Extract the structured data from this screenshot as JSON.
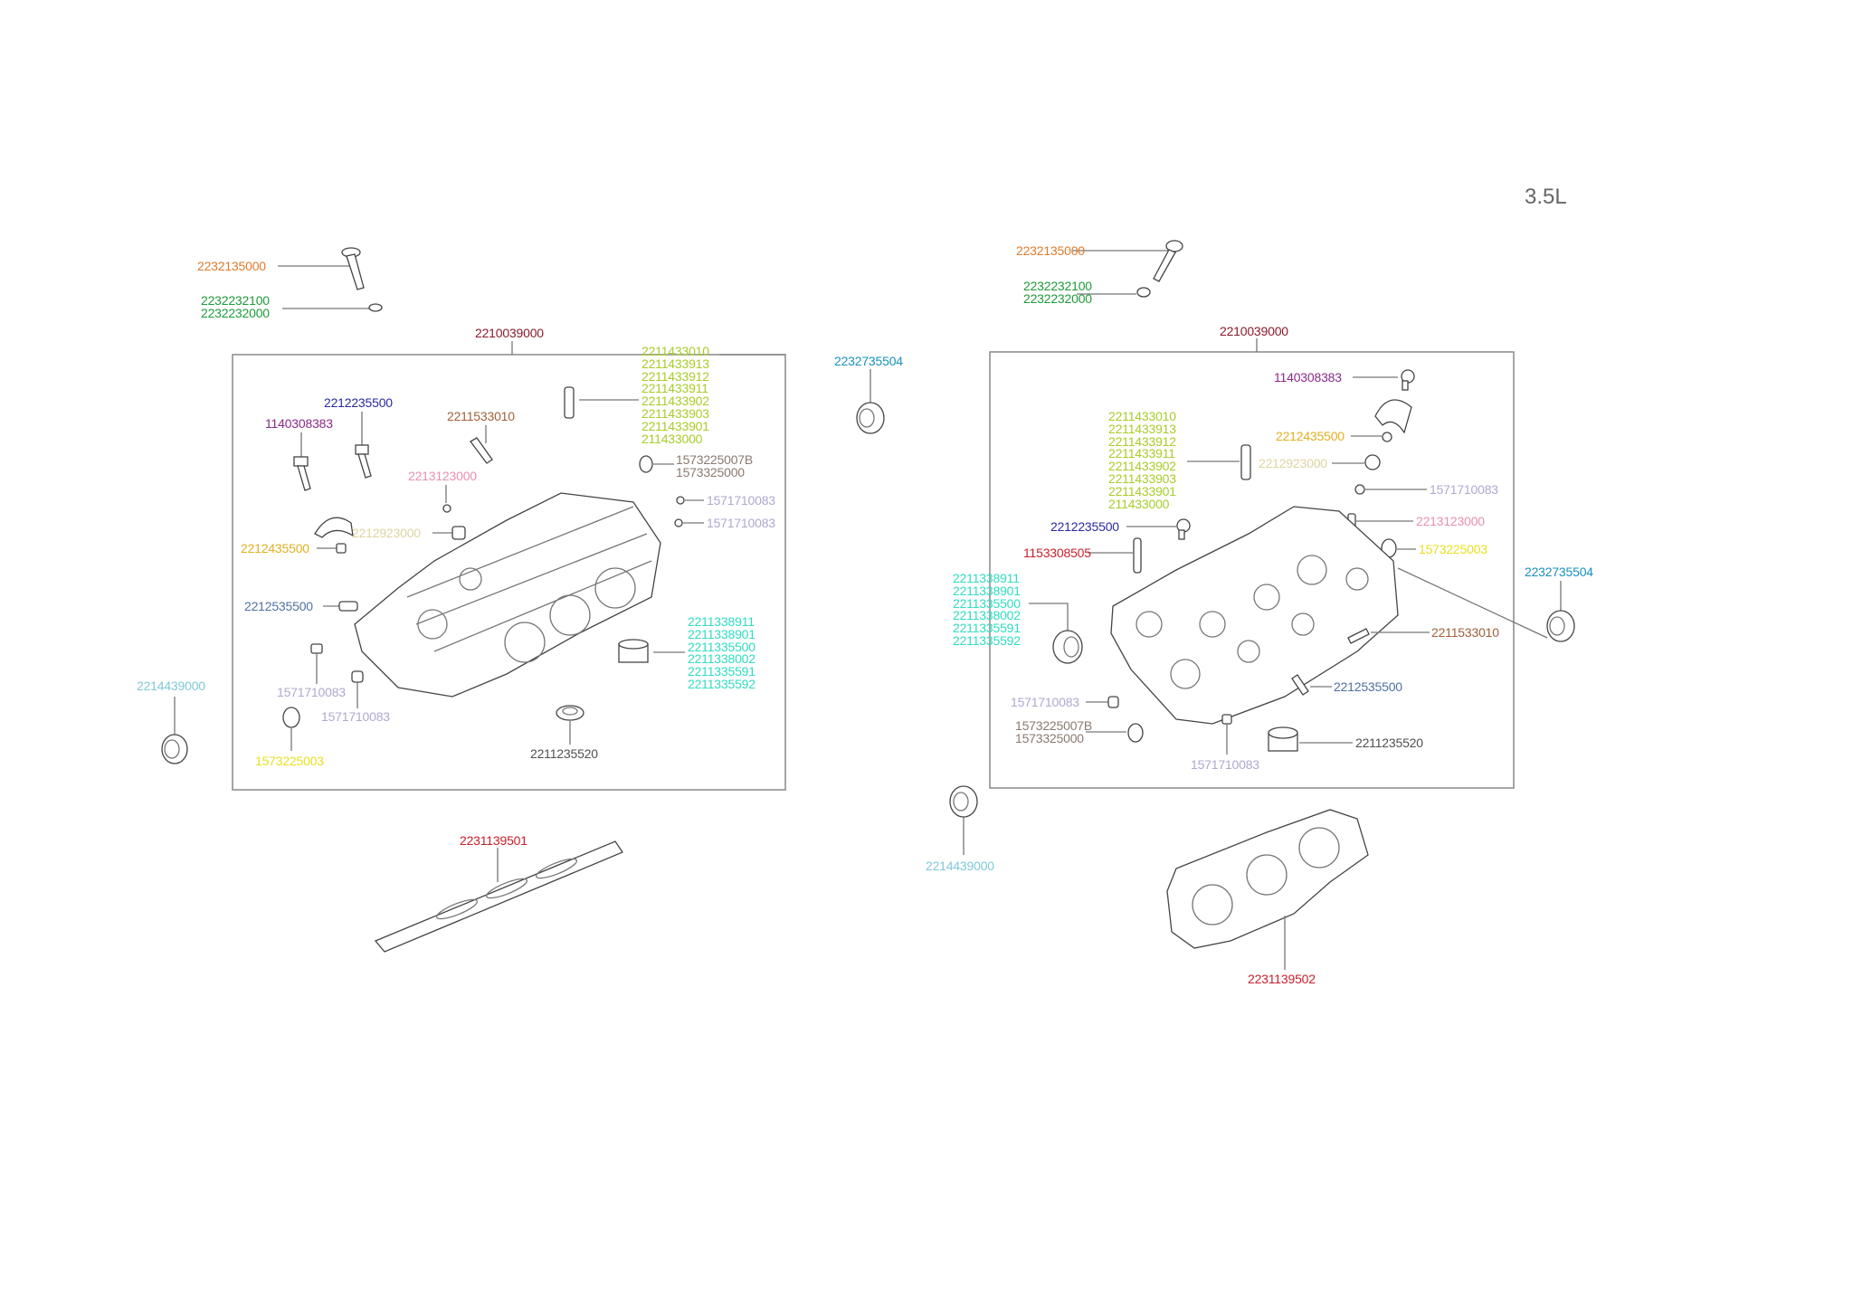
{
  "title": "3.5L",
  "left": {
    "bolt": "2232135000",
    "washer": [
      "2232232100",
      "2232232000"
    ],
    "head_assy": "2210039000",
    "valve_guides": [
      "2211433010",
      "2211433913",
      "2211433912",
      "2211433911",
      "2211433902",
      "2211433903",
      "2211433901",
      "211433000"
    ],
    "cap_bolt_a": "2212235500",
    "cap_bolt_b": "1140308383",
    "pin": "2211533010",
    "plug_pink": "2213123000",
    "seal_pair": [
      "1573225007B",
      "1573325000"
    ],
    "plug_1": "1571710083",
    "plug_2": "1571710083",
    "plug_beige": "2212923000",
    "dowel_gold": "2212435500",
    "dowel_slate": "2212535500",
    "valve_seats": [
      "2211338911",
      "2211338901",
      "2211335500",
      "2211338002",
      "2211335591",
      "2211335592"
    ],
    "plug_3": "1571710083",
    "plug_4": "1571710083",
    "oil_seal": "2214439000",
    "seal_yellow": "1573225003",
    "cup": "2211235520",
    "gasket": "2231139501",
    "ring_blue": "2232735504"
  },
  "right": {
    "bolt": "2232135000",
    "washer": [
      "2232232100",
      "2232232000"
    ],
    "head_assy": "2210039000",
    "cap_bolt_b": "1140308383",
    "valve_guides": [
      "2211433010",
      "2211433913",
      "2211433912",
      "2211433911",
      "2211433902",
      "2211433903",
      "2211433901",
      "211433000"
    ],
    "dowel_gold": "2212435500",
    "plug_beige": "2212923000",
    "plug_1": "1571710083",
    "plug_pink": "2213123000",
    "cap_bolt_a": "2212235500",
    "seal_yellow": "1573225003",
    "pin_red": "1153308505",
    "ring_blue": "2232735504",
    "valve_seats": [
      "2211338911",
      "2211338901",
      "2211335500",
      "2211338002",
      "2211335591",
      "2211335592"
    ],
    "pin": "2211533010",
    "dowel_slate": "2212535500",
    "plug_2": "1571710083",
    "seal_pair": [
      "1573225007B",
      "1573325000"
    ],
    "cup": "2211235520",
    "plug_3": "1571710083",
    "oil_seal": "2214439000",
    "gasket": "2231139502"
  }
}
